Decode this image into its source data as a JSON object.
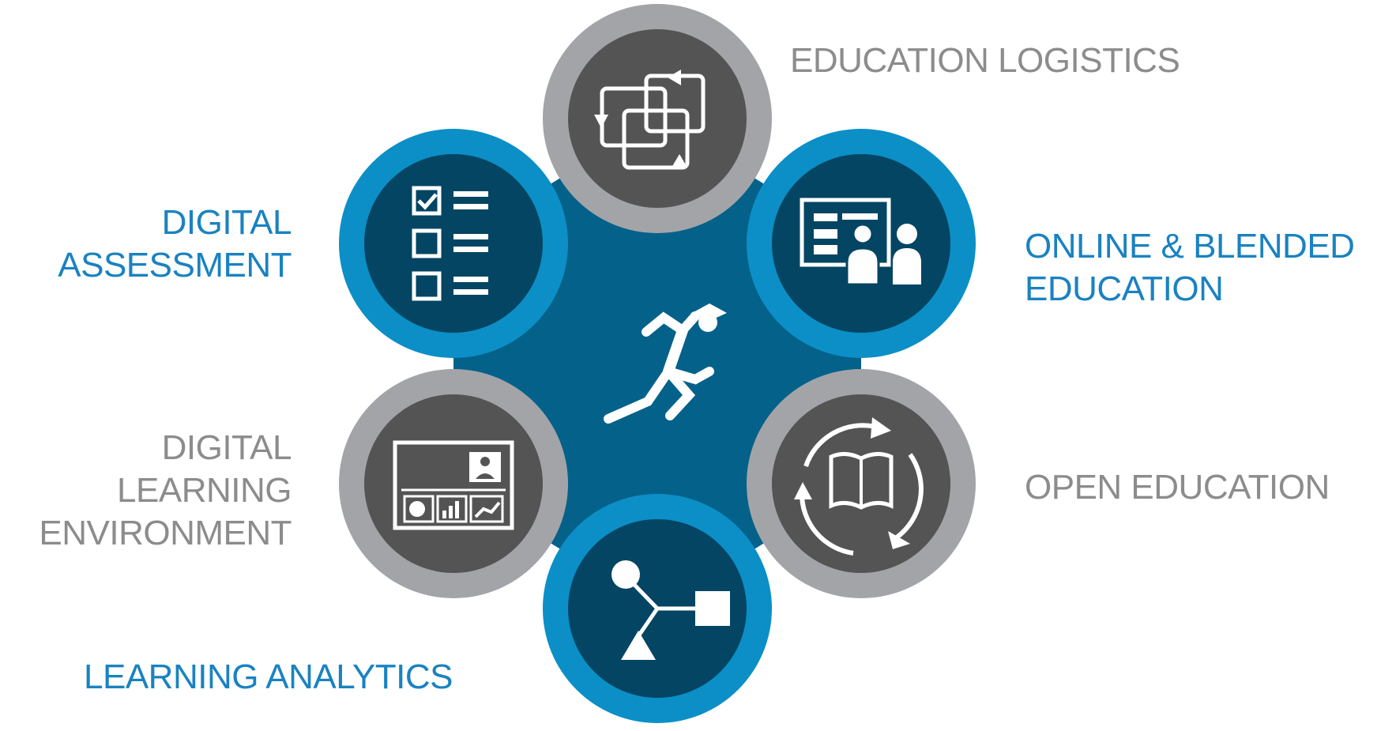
{
  "colors": {
    "blue_ring": "#0b8fc6",
    "gray_ring": "#a3a4a8",
    "center_fill": "#04618a",
    "blue_inner": "#034563",
    "gray_inner": "#545454",
    "blue_text": "#1a82c1",
    "gray_text": "#8c8c8c",
    "icon": "#ffffff"
  },
  "center": {
    "icon": "running-graduate-icon"
  },
  "segments": [
    {
      "id": "education-logistics",
      "icon": "cycle-screens-icon",
      "color": "gray",
      "lines": [
        "EDUCATION LOGISTICS"
      ]
    },
    {
      "id": "online-blended-education",
      "icon": "presentation-board-icon",
      "color": "blue",
      "lines": [
        "ONLINE & BLENDED",
        "EDUCATION"
      ]
    },
    {
      "id": "open-education",
      "icon": "open-book-cycle-icon",
      "color": "gray",
      "lines": [
        "OPEN EDUCATION"
      ]
    },
    {
      "id": "learning-analytics",
      "icon": "node-network-icon",
      "color": "blue",
      "lines": [
        "LEARNING ANALYTICS"
      ]
    },
    {
      "id": "digital-learning-environment",
      "icon": "dashboard-icon",
      "color": "gray",
      "lines": [
        "DIGITAL",
        "LEARNING",
        "ENVIRONMENT"
      ]
    },
    {
      "id": "digital-assessment",
      "icon": "checklist-icon",
      "color": "blue",
      "lines": [
        "DIGITAL",
        "ASSESSMENT"
      ]
    }
  ]
}
